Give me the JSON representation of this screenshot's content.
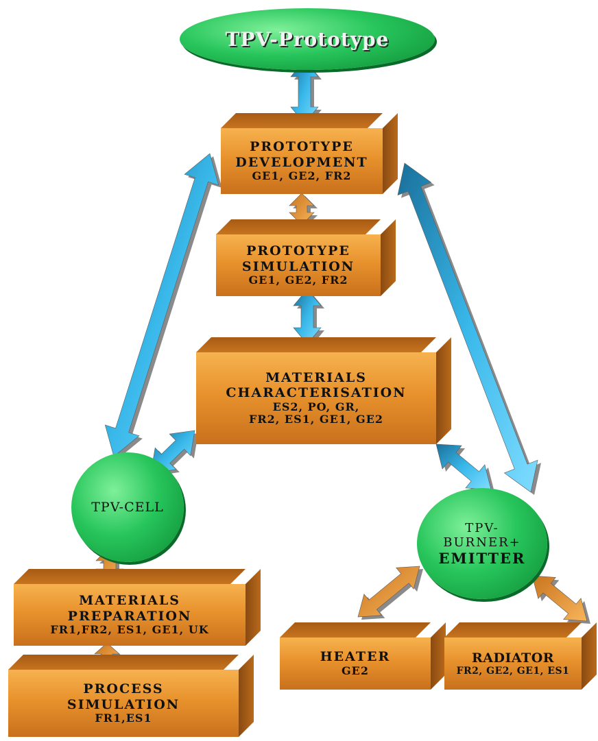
{
  "title": "TPV-Prototype",
  "nodes": {
    "prototype_development": {
      "line1": "PROTOTYPE",
      "line2": "DEVELOPMENT",
      "partners": "GE1, GE2, FR2"
    },
    "prototype_simulation": {
      "line1": "PROTOTYPE",
      "line2": "SIMULATION",
      "partners": "GE1, GE2, FR2"
    },
    "materials_characterisation": {
      "line1": "MATERIALS",
      "line2": "CHARACTERISATION",
      "partners1": "ES2, PO, GR,",
      "partners2": "FR2, ES1, GE1, GE2"
    },
    "tpv_cell": {
      "label": "TPV-CELL"
    },
    "tpv_burner": {
      "line1": "TPV-",
      "line2": "BURNER+",
      "line3": "EMITTER"
    },
    "materials_preparation": {
      "line1": "MATERIALS",
      "line2": "PREPARATION",
      "partners": "FR1,FR2, ES1, GE1, UK"
    },
    "process_simulation": {
      "line1": "PROCESS",
      "line2": "SIMULATION",
      "partners": "FR1,ES1"
    },
    "heater": {
      "line1": "HEATER",
      "partners": "GE2"
    },
    "radiator": {
      "line1": "RADIATOR",
      "partners": "FR2, GE2, GE1, ES1"
    }
  },
  "colors": {
    "box_orange": "#e8922d",
    "ellipse_green": "#27c55b",
    "arrow_blue": "#36b6e8",
    "arrow_orange": "#e8972e",
    "arrow_shadow": "#8a8a8a"
  }
}
